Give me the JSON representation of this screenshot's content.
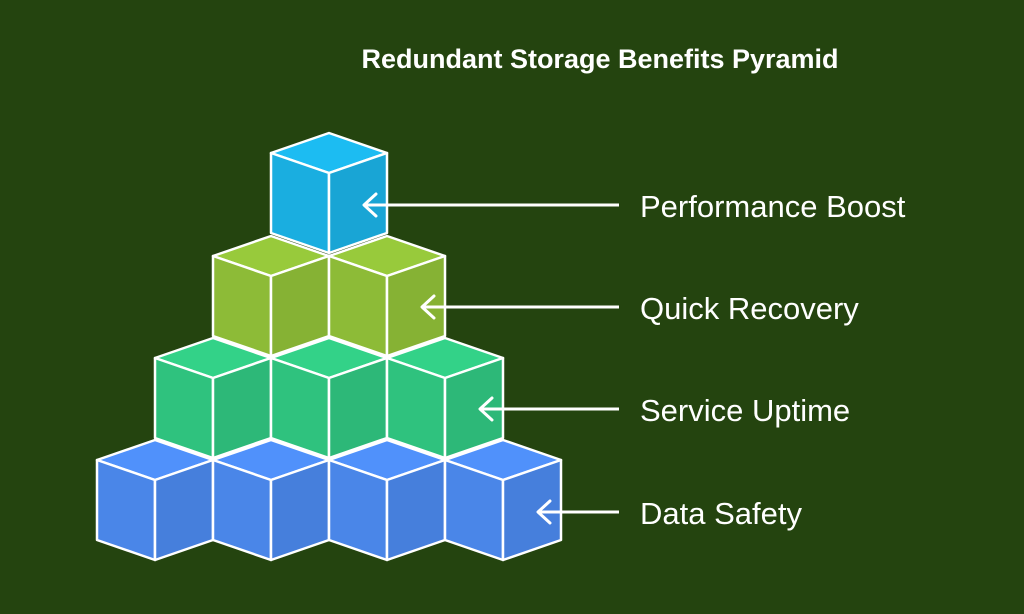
{
  "title": "Redundant Storage Benefits Pyramid",
  "colors": {
    "background": "#24440f",
    "tier_top": "#1aaee0",
    "tier_second": "#8dbb37",
    "tier_third": "#2fc27e",
    "tier_base": "#4a86e8",
    "outline": "#ffffff"
  },
  "tiers": [
    {
      "label": "Performance Boost",
      "color_key": "tier_top",
      "blocks": 1
    },
    {
      "label": "Quick Recovery",
      "color_key": "tier_second",
      "blocks": 2
    },
    {
      "label": "Service Uptime",
      "color_key": "tier_third",
      "blocks": 3
    },
    {
      "label": "Data Safety",
      "color_key": "tier_base",
      "blocks": 4
    }
  ]
}
